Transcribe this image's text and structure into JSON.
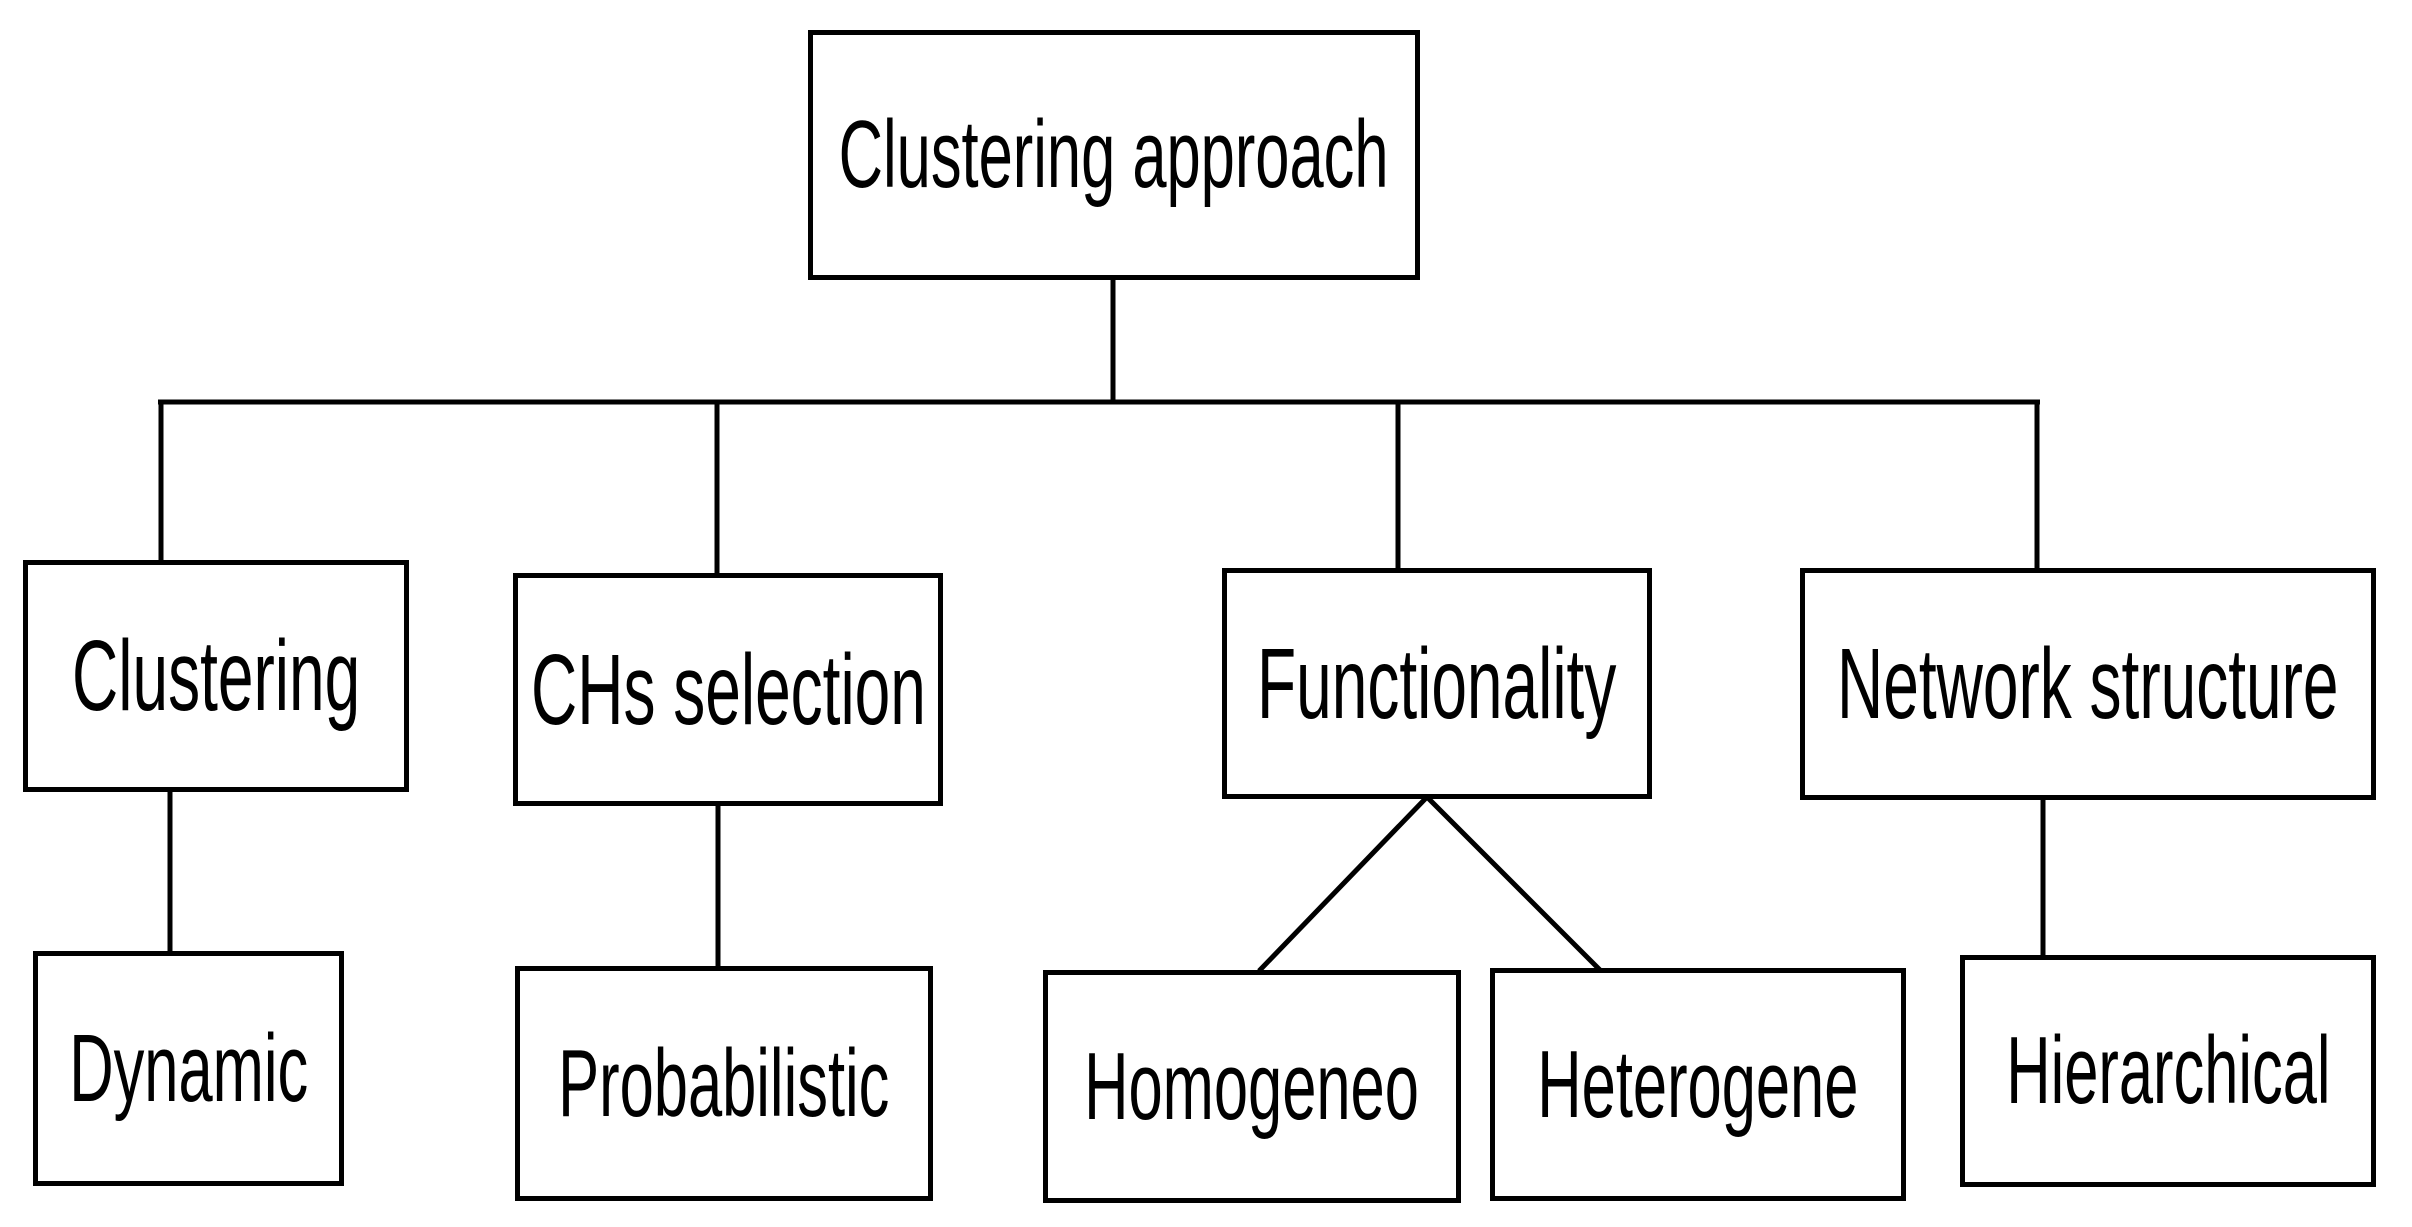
{
  "diagram": {
    "type": "tree-hierarchy",
    "title": "Clustering approach",
    "orientation": "top-down",
    "background_color": "#ffffff",
    "line_color": "#000000",
    "box_border_color": "#000000",
    "box_fill_color": "#ffffff",
    "text_color": "#000000",
    "nodes": {
      "root": {
        "label": "Clustering approach",
        "level": 0
      },
      "clustering": {
        "label": "Clustering",
        "level": 1
      },
      "chs_selection": {
        "label": "CHs selection",
        "level": 1
      },
      "functionality": {
        "label": "Functionality",
        "level": 1
      },
      "network_structure": {
        "label": "Network structure",
        "level": 1
      },
      "dynamic": {
        "label": "Dynamic",
        "level": 2
      },
      "probabilistic": {
        "label": "Probabilistic",
        "level": 2
      },
      "homogeneous": {
        "label": "Homogeneo",
        "level": 2
      },
      "heterogeneous": {
        "label": "Heterogene",
        "level": 2
      },
      "hierarchical": {
        "label": "Hierarchical",
        "level": 2
      }
    },
    "edges": [
      {
        "from": "root",
        "to": "clustering",
        "style": "orthogonal"
      },
      {
        "from": "root",
        "to": "chs_selection",
        "style": "orthogonal"
      },
      {
        "from": "root",
        "to": "functionality",
        "style": "orthogonal"
      },
      {
        "from": "root",
        "to": "network_structure",
        "style": "orthogonal"
      },
      {
        "from": "clustering",
        "to": "dynamic",
        "style": "vertical"
      },
      {
        "from": "chs_selection",
        "to": "probabilistic",
        "style": "vertical"
      },
      {
        "from": "functionality",
        "to": "homogeneous",
        "style": "diagonal"
      },
      {
        "from": "functionality",
        "to": "heterogeneous",
        "style": "diagonal"
      },
      {
        "from": "network_structure",
        "to": "hierarchical",
        "style": "vertical"
      }
    ]
  }
}
